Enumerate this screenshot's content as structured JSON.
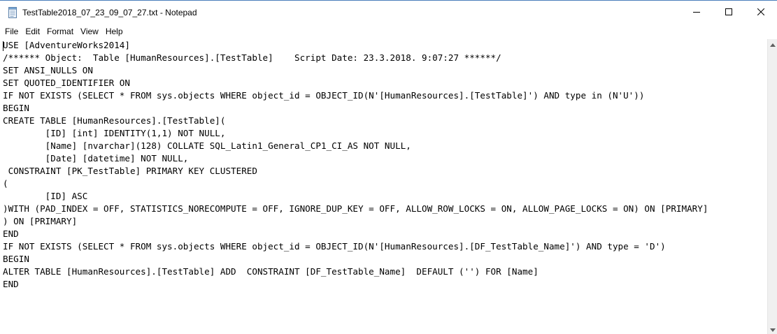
{
  "window": {
    "title": "TestTable2018_07_23_09_07_27.txt - Notepad",
    "app_icon": "notepad-icon",
    "controls": {
      "minimize": "minimize-icon",
      "maximize": "maximize-icon",
      "close": "close-icon"
    }
  },
  "menu": {
    "items": [
      "File",
      "Edit",
      "Format",
      "View",
      "Help"
    ]
  },
  "editor": {
    "content": "USE [AdventureWorks2014]\n/****** Object:  Table [HumanResources].[TestTable]    Script Date: 23.3.2018. 9:07:27 ******/\nSET ANSI_NULLS ON\nSET QUOTED_IDENTIFIER ON\nIF NOT EXISTS (SELECT * FROM sys.objects WHERE object_id = OBJECT_ID(N'[HumanResources].[TestTable]') AND type in (N'U'))\nBEGIN\nCREATE TABLE [HumanResources].[TestTable](\n\t[ID] [int] IDENTITY(1,1) NOT NULL,\n\t[Name] [nvarchar](128) COLLATE SQL_Latin1_General_CP1_CI_AS NOT NULL,\n\t[Date] [datetime] NOT NULL,\n CONSTRAINT [PK_TestTable] PRIMARY KEY CLUSTERED\n(\n\t[ID] ASC\n)WITH (PAD_INDEX = OFF, STATISTICS_NORECOMPUTE = OFF, IGNORE_DUP_KEY = OFF, ALLOW_ROW_LOCKS = ON, ALLOW_PAGE_LOCKS = ON) ON [PRIMARY]\n) ON [PRIMARY]\nEND\nIF NOT EXISTS (SELECT * FROM sys.objects WHERE object_id = OBJECT_ID(N'[HumanResources].[DF_TestTable_Name]') AND type = 'D')\nBEGIN\nALTER TABLE [HumanResources].[TestTable] ADD  CONSTRAINT [DF_TestTable_Name]  DEFAULT ('') FOR [Name]\nEND"
  },
  "scrollbar": {
    "up": "scroll-up-arrow-icon",
    "down": "scroll-down-arrow-icon"
  }
}
